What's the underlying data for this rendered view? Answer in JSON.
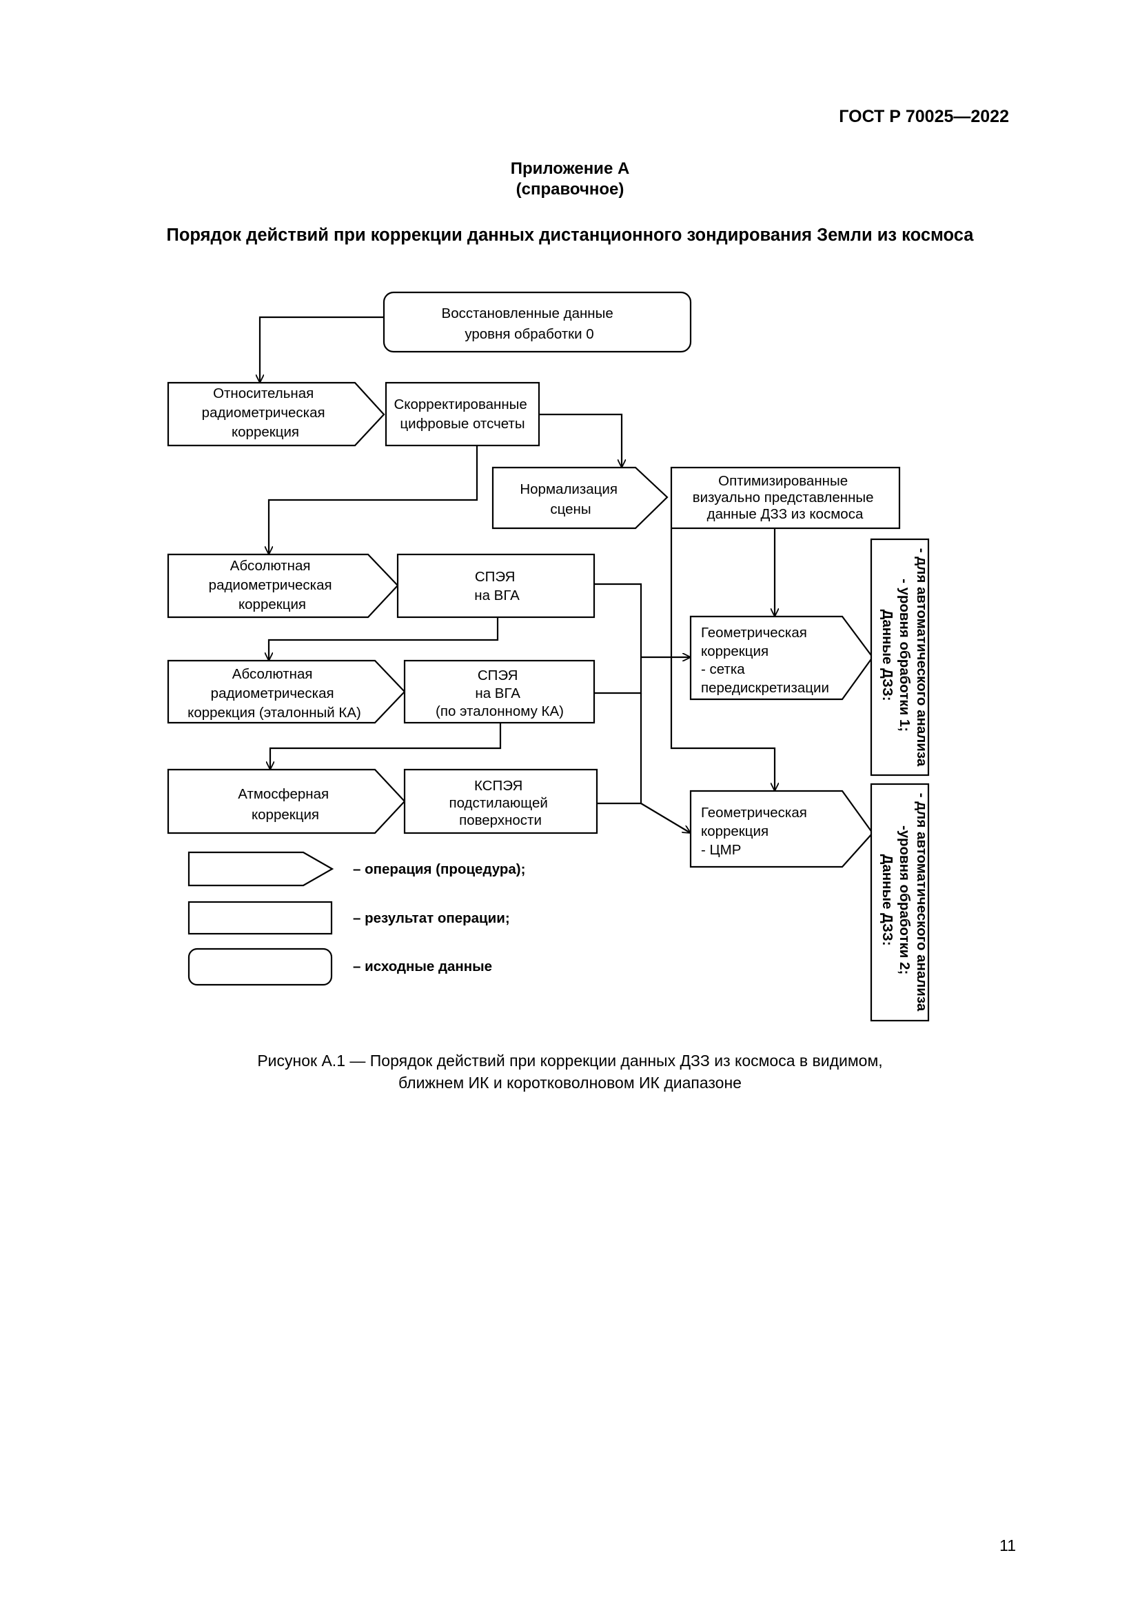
{
  "header": {
    "standard": "ГОСТ Р 70025—2022",
    "appendix": "Приложение А",
    "appendix_type": "(справочное)",
    "title": "Порядок действий при коррекции данных дистанционного зондирования Земли из космоса"
  },
  "diagram": {
    "source": [
      "Восстановленные данные",
      "уровня обработки 0"
    ],
    "op_relative": [
      "Относительная",
      "радиометрическая",
      "коррекция"
    ],
    "res_corrected": [
      "Скорректированные",
      "цифровые отсчеты"
    ],
    "op_normalization": [
      "Нормализация",
      "сцены"
    ],
    "res_optimized": [
      "Оптимизированные",
      "визуально представленные",
      "данные ДЗЗ из космоса"
    ],
    "op_absolute": [
      "Абсолютная",
      "радиометрическая",
      "коррекция"
    ],
    "res_spea": [
      "СПЭЯ",
      "на ВГА"
    ],
    "op_absolute_ref": [
      "Абсолютная",
      "радиометрическая",
      "коррекция (эталонный КА)"
    ],
    "res_spea_ref": [
      "СПЭЯ",
      "на ВГА",
      "(по эталонному КА)"
    ],
    "op_atmospheric": [
      "Атмосферная",
      "коррекция"
    ],
    "res_kspea": [
      "КСПЭЯ",
      "подстилающей",
      "поверхности"
    ],
    "op_geo_grid": [
      "Геометрическая",
      "коррекция",
      "- сетка",
      "передискретизации"
    ],
    "op_geo_dem": [
      "Геометрическая",
      "коррекция",
      "- ЦМР"
    ],
    "out_level1": [
      "Данные ДЗЗ:",
      "- уровня обработки 1;",
      "- для автоматического анализа"
    ],
    "out_level2": [
      "Данные ДЗЗ:",
      "-уровня обработки 2;",
      "- для автоматического анализа"
    ]
  },
  "legend": {
    "operation": "– операция (процедура);",
    "result": "– результат операции;",
    "source": "– исходные данные"
  },
  "caption": {
    "line1": "Рисунок А.1 — Порядок действий при коррекции данных ДЗЗ из космоса в видимом,",
    "line2": "ближнем ИК и коротковолновом ИК диапазоне"
  },
  "page_number": "11"
}
